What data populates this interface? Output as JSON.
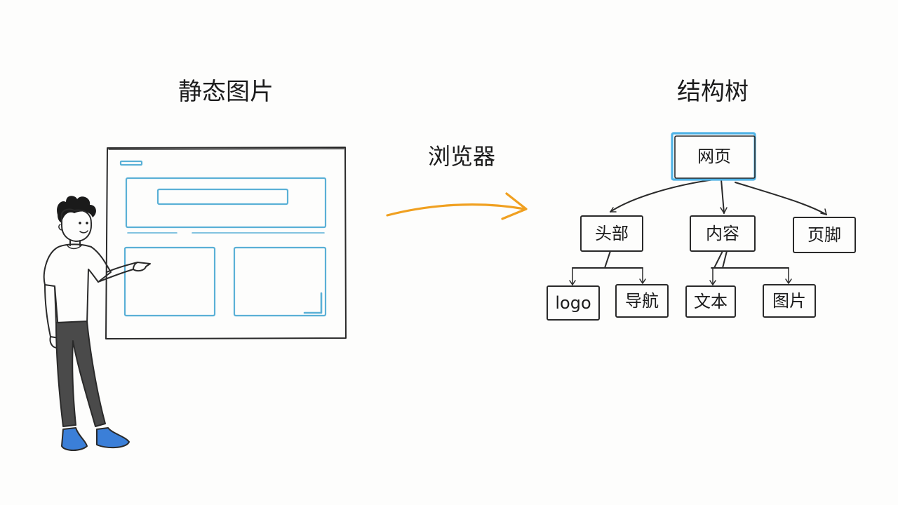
{
  "left_title": "静态图片",
  "arrow_label": "浏览器",
  "right_title": "结构树",
  "colors": {
    "ink": "#2a2a2a",
    "wireframe_blue": "#5ab0d6",
    "root_highlight": "#4fb3e6",
    "arrow": "#f0a020",
    "pants": "#4a4a4a",
    "shoes": "#3b7fd8"
  },
  "tree": {
    "root": "网页",
    "level1": [
      "头部",
      "内容",
      "页脚"
    ],
    "level2": [
      "logo",
      "导航",
      "文本",
      "图片"
    ]
  }
}
